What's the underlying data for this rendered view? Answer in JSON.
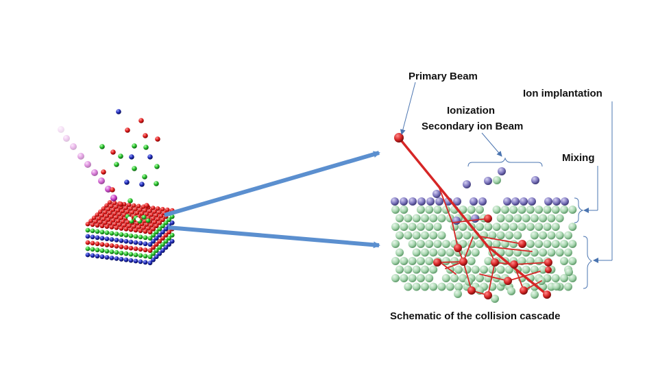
{
  "labels": {
    "primary_beam": "Primary Beam",
    "ion_implantation": "Ion implantation",
    "ionization": "Ionization",
    "secondary_ion_beam": "Secondary ion Beam",
    "mixing": "Mixing",
    "caption": "Schematic of the collision cascade"
  },
  "colors": {
    "layer_red": "#e11d1d",
    "layer_green": "#27c22b",
    "layer_blue": "#1f2bb8",
    "matrix_atom": "#a9d7b1",
    "surface_atom": "#7f78bf",
    "cascade": "#d62626",
    "arrow": "#5b8fcf",
    "primary_ion": "#c02fc0"
  }
}
